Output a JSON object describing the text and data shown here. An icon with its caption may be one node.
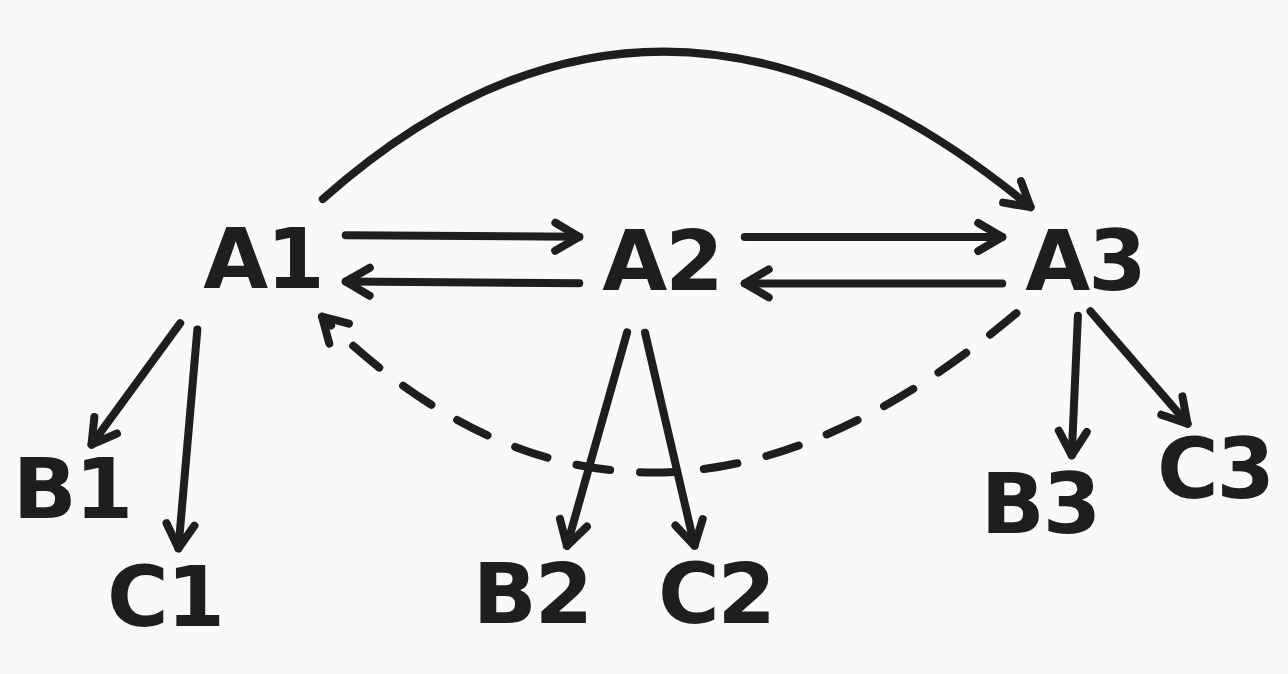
{
  "diagram": {
    "nodes": [
      {
        "text": [
          "A1"
        ]
      },
      {
        "text": [
          "A2"
        ]
      },
      {
        "text": [
          "A3"
        ]
      },
      {
        "text": [
          "B1"
        ]
      },
      {
        "text": [
          "C1"
        ]
      },
      {
        "text": [
          "B2"
        ]
      },
      {
        "text": [
          "C2"
        ]
      },
      {
        "text": [
          "B3"
        ]
      },
      {
        "text": [
          "C3"
        ]
      }
    ],
    "edges": [
      {
        "from": 0,
        "to": 2,
        "arrow": "to"
      },
      {
        "from": 0,
        "to": 1,
        "arrow": "to"
      },
      {
        "from": 1,
        "to": 0,
        "arrow": "to"
      },
      {
        "from": 1,
        "to": 2,
        "arrow": "to"
      },
      {
        "from": 2,
        "to": 1,
        "arrow": "to"
      },
      {
        "from": 2,
        "to": 0,
        "arrow": "to",
        "style": "dashed"
      },
      {
        "from": 0,
        "to": 3,
        "arrow": "to"
      },
      {
        "from": 0,
        "to": 4,
        "arrow": "to"
      },
      {
        "from": 1,
        "to": 5,
        "arrow": "to"
      },
      {
        "from": 1,
        "to": 6,
        "arrow": "to"
      },
      {
        "from": 2,
        "to": 7,
        "arrow": "to"
      },
      {
        "from": 2,
        "to": 8,
        "arrow": "to"
      }
    ]
  }
}
